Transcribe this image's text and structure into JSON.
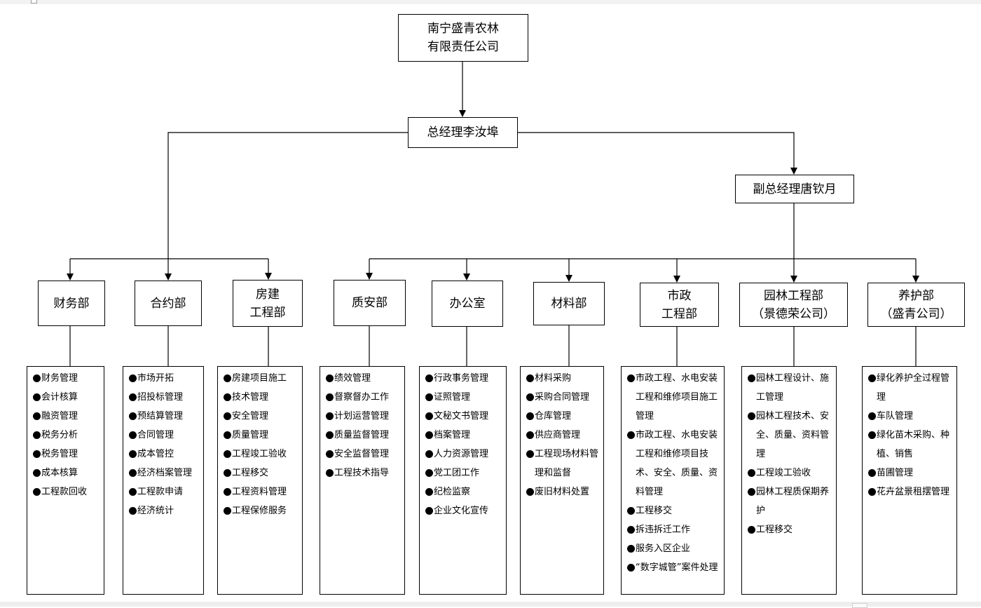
{
  "company": [
    "南宁盛青农林",
    "有限责任公司"
  ],
  "gm": "总经理李汝埠",
  "vgm": "副总经理唐钦月",
  "departments": [
    {
      "name": [
        "财务部"
      ],
      "duties": [
        "财务管理",
        "会计核算",
        "融资管理",
        "税务分析",
        "税务管理",
        "成本核算",
        "工程款回收"
      ]
    },
    {
      "name": [
        "合约部"
      ],
      "duties": [
        "市场开拓",
        "招投标管理",
        "预结算管理",
        "合同管理",
        "成本管控",
        "经济档案管理",
        "工程款申请",
        "经济统计"
      ]
    },
    {
      "name": [
        "房建",
        "工程部"
      ],
      "duties": [
        "房建项目施工",
        "技术管理",
        "安全管理",
        "质量管理",
        "工程竣工验收",
        "工程移交",
        "工程资料管理",
        "工程保修服务"
      ]
    },
    {
      "name": [
        "质安部"
      ],
      "duties": [
        "绩效管理",
        "督察督办工作",
        "计划运营管理",
        "质量监督管理",
        "安全监督管理",
        "工程技术指导"
      ]
    },
    {
      "name": [
        "办公室"
      ],
      "duties": [
        "行政事务管理",
        "证照管理",
        "文秘文书管理",
        "档案管理",
        "人力资源管理",
        "党工团工作",
        "纪检监察",
        "企业文化宣传"
      ]
    },
    {
      "name": [
        "材料部"
      ],
      "duties": [
        "材料采购",
        "采购合同管理",
        "仓库管理",
        "供应商管理",
        "工程现场材料管理和监督",
        "废旧材料处置"
      ]
    },
    {
      "name": [
        "市政",
        "工程部"
      ],
      "duties": [
        "市政工程、水电安装工程和维修项目施工管理",
        "市政工程、水电安装工程和维修项目技术、安全、质量、资料管理",
        "工程移交",
        "拆违拆迁工作",
        "服务入区企业",
        "“数字城管”案件处理"
      ]
    },
    {
      "name": [
        "园林工程部",
        "（景德荣公司）"
      ],
      "duties": [
        "园林工程设计、施工管理",
        "园林工程技术、安全、质量、资料管理",
        "工程竣工验收",
        "园林工程质保期养护",
        "工程移交"
      ]
    },
    {
      "name": [
        "养护部",
        "（盛青公司）"
      ],
      "duties": [
        "绿化养护全过程管理",
        "车队管理",
        "绿化苗木采购、种植、销售",
        "苗圃管理",
        "花卉盆景租摆管理"
      ]
    }
  ]
}
